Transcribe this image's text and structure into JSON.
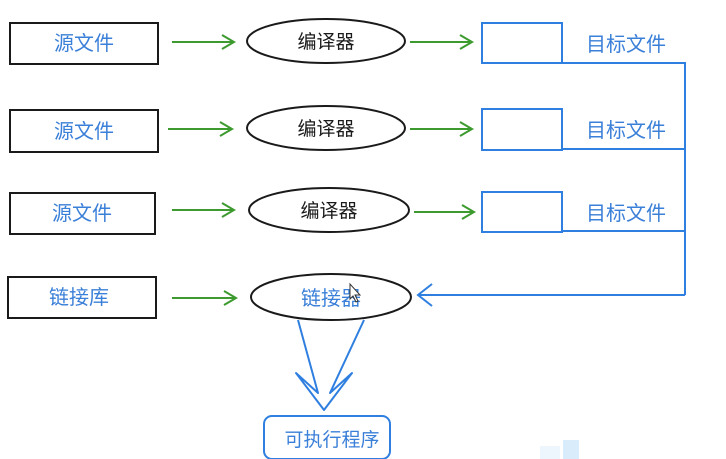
{
  "colors": {
    "black": "#1a1a1a",
    "green": "#3c9a2e",
    "blue": "#2f7fe0",
    "blueText": "#3a7fd8",
    "lightBlue": "#d8ecfb"
  },
  "rows": [
    {
      "source_label": "源文件",
      "compiler_label": "编译器",
      "target_label": "目标文件"
    },
    {
      "source_label": "源文件",
      "compiler_label": "编译器",
      "target_label": "目标文件"
    },
    {
      "source_label": "源文件",
      "compiler_label": "编译器",
      "target_label": "目标文件"
    }
  ],
  "link_row": {
    "library_label": "链接库",
    "linker_label": "链接器"
  },
  "output": {
    "executable_label": "可执行程序"
  },
  "cursor_icon": "mouse-pointer-icon"
}
